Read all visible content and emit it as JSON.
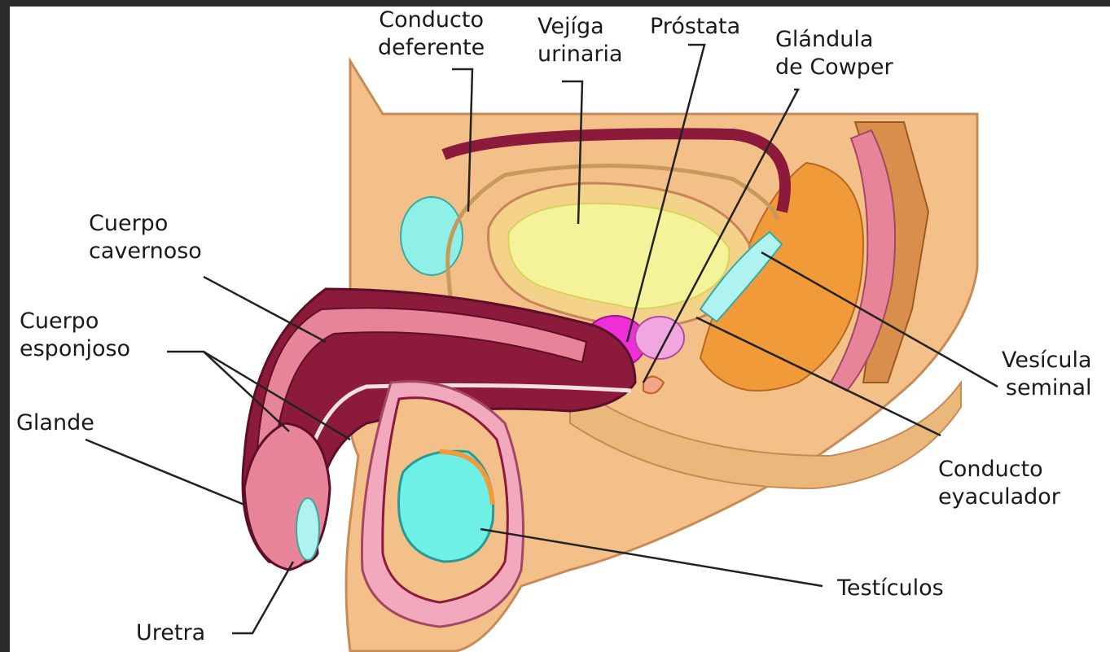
{
  "diagram": {
    "colors": {
      "skin": "#f4c089",
      "skin_dark": "#e9a96c",
      "tissue_red": "#8c1a3a",
      "tissue_pink": "#e7849a",
      "bladder": "#f5f39a",
      "bladder_inner": "#e8f2a0",
      "prostate": "#ee2fd8",
      "testis": "#6ff0e6",
      "cowper": "#aef3f0",
      "bowel": "#f09a3a",
      "spine": "#d98f4b"
    },
    "labels": {
      "conducto_deferente": [
        "Conducto",
        "deferente"
      ],
      "vejiga_urinaria": [
        "Vejíga",
        "urinaria"
      ],
      "prostata": [
        "Próstata"
      ],
      "glandula_cowper": [
        "Glándula",
        "de Cowper"
      ],
      "cuerpo_cavernoso": [
        "Cuerpo",
        "cavernoso"
      ],
      "cuerpo_esponjoso": [
        "Cuerpo",
        "esponjoso"
      ],
      "glande": [
        "Glande"
      ],
      "uretra": [
        "Uretra"
      ],
      "vesicula_seminal": [
        "Vesícula",
        "seminal"
      ],
      "conducto_eyaculador": [
        "Conducto",
        "eyaculador"
      ],
      "testiculos": [
        "Testículos"
      ]
    }
  }
}
